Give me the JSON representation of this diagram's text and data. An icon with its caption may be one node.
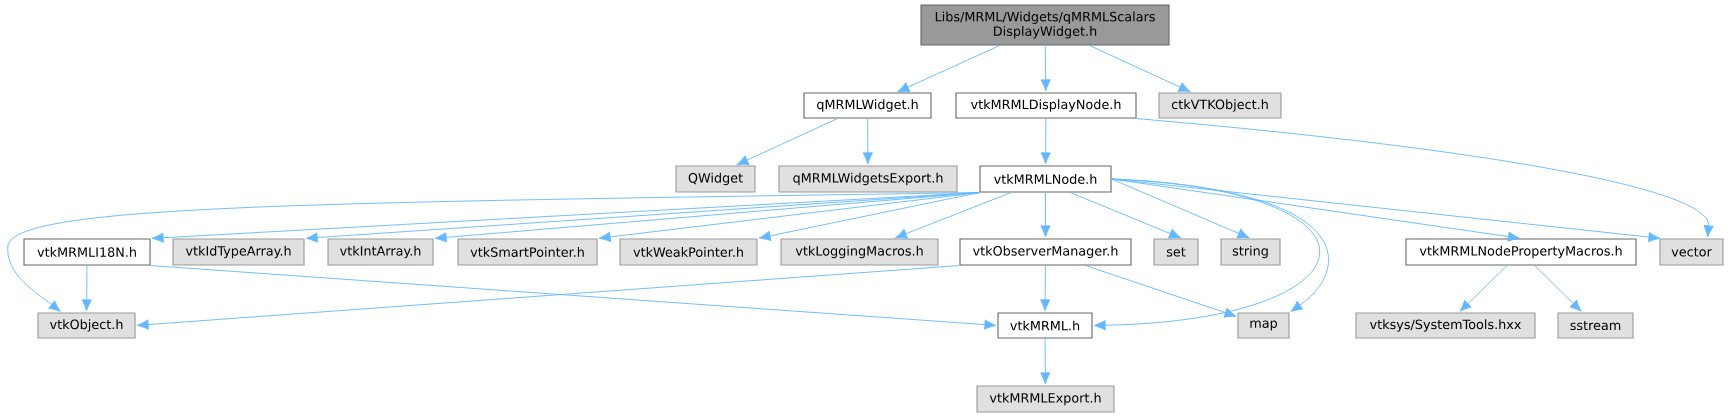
{
  "diagram": {
    "nodes": [
      {
        "text": [
          "Libs/MRML/Widgets/qMRMLScalars DisplayWidget.h"
        ]
      },
      {
        "text": [
          "qMRMLWidget.h"
        ]
      },
      {
        "text": [
          "vtkMRMLDisplayNode.h"
        ]
      },
      {
        "text": [
          "ctkVTKObject.h"
        ]
      },
      {
        "text": [
          "QWidget"
        ]
      },
      {
        "text": [
          "qMRMLWidgetsExport.h"
        ]
      },
      {
        "text": [
          "vtkMRMLNode.h"
        ]
      },
      {
        "text": [
          "vtkMRMLI18N.h"
        ]
      },
      {
        "text": [
          "vtkIdTypeArray.h"
        ]
      },
      {
        "text": [
          "vtkIntArray.h"
        ]
      },
      {
        "text": [
          "vtkSmartPointer.h"
        ]
      },
      {
        "text": [
          "vtkWeakPointer.h"
        ]
      },
      {
        "text": [
          "vtkLoggingMacros.h"
        ]
      },
      {
        "text": [
          "vtkObserverManager.h"
        ]
      },
      {
        "text": [
          "set"
        ]
      },
      {
        "text": [
          "string"
        ]
      },
      {
        "text": [
          "vtkMRMLNodePropertyMacros.h"
        ]
      },
      {
        "text": [
          "vector"
        ]
      },
      {
        "text": [
          "vtkObject.h"
        ]
      },
      {
        "text": [
          "vtkMRML.h"
        ]
      },
      {
        "text": [
          "map"
        ]
      },
      {
        "text": [
          "vtksys/SystemTools.hxx"
        ]
      },
      {
        "text": [
          "sstream"
        ]
      },
      {
        "text": [
          "vtkMRMLExport.h"
        ]
      }
    ],
    "edges": [
      {
        "from": 0,
        "to": 1,
        "arrow": "to"
      },
      {
        "from": 0,
        "to": 2,
        "arrow": "to"
      },
      {
        "from": 0,
        "to": 3,
        "arrow": "to"
      },
      {
        "from": 1,
        "to": 4,
        "arrow": "to"
      },
      {
        "from": 1,
        "to": 5,
        "arrow": "to"
      },
      {
        "from": 2,
        "to": 6,
        "arrow": "to"
      },
      {
        "from": 2,
        "to": 17,
        "arrow": "to"
      },
      {
        "from": 6,
        "to": 18,
        "arrow": "to"
      },
      {
        "from": 6,
        "to": 7,
        "arrow": "to"
      },
      {
        "from": 6,
        "to": 8,
        "arrow": "to"
      },
      {
        "from": 6,
        "to": 9,
        "arrow": "to"
      },
      {
        "from": 6,
        "to": 10,
        "arrow": "to"
      },
      {
        "from": 6,
        "to": 11,
        "arrow": "to"
      },
      {
        "from": 6,
        "to": 12,
        "arrow": "to"
      },
      {
        "from": 6,
        "to": 13,
        "arrow": "to"
      },
      {
        "from": 6,
        "to": 14,
        "arrow": "to"
      },
      {
        "from": 6,
        "to": 15,
        "arrow": "to"
      },
      {
        "from": 6,
        "to": 19,
        "arrow": "to"
      },
      {
        "from": 6,
        "to": 20,
        "arrow": "to"
      },
      {
        "from": 6,
        "to": 16,
        "arrow": "to"
      },
      {
        "from": 6,
        "to": 17,
        "arrow": "to"
      },
      {
        "from": 7,
        "to": 18,
        "arrow": "to"
      },
      {
        "from": 7,
        "to": 19,
        "arrow": "to"
      },
      {
        "from": 13,
        "to": 18,
        "arrow": "to"
      },
      {
        "from": 13,
        "to": 19,
        "arrow": "to"
      },
      {
        "from": 13,
        "to": 20,
        "arrow": "to"
      },
      {
        "from": 16,
        "to": 21,
        "arrow": "to"
      },
      {
        "from": 16,
        "to": 22,
        "arrow": "to"
      },
      {
        "from": 19,
        "to": 23,
        "arrow": "to"
      }
    ]
  }
}
